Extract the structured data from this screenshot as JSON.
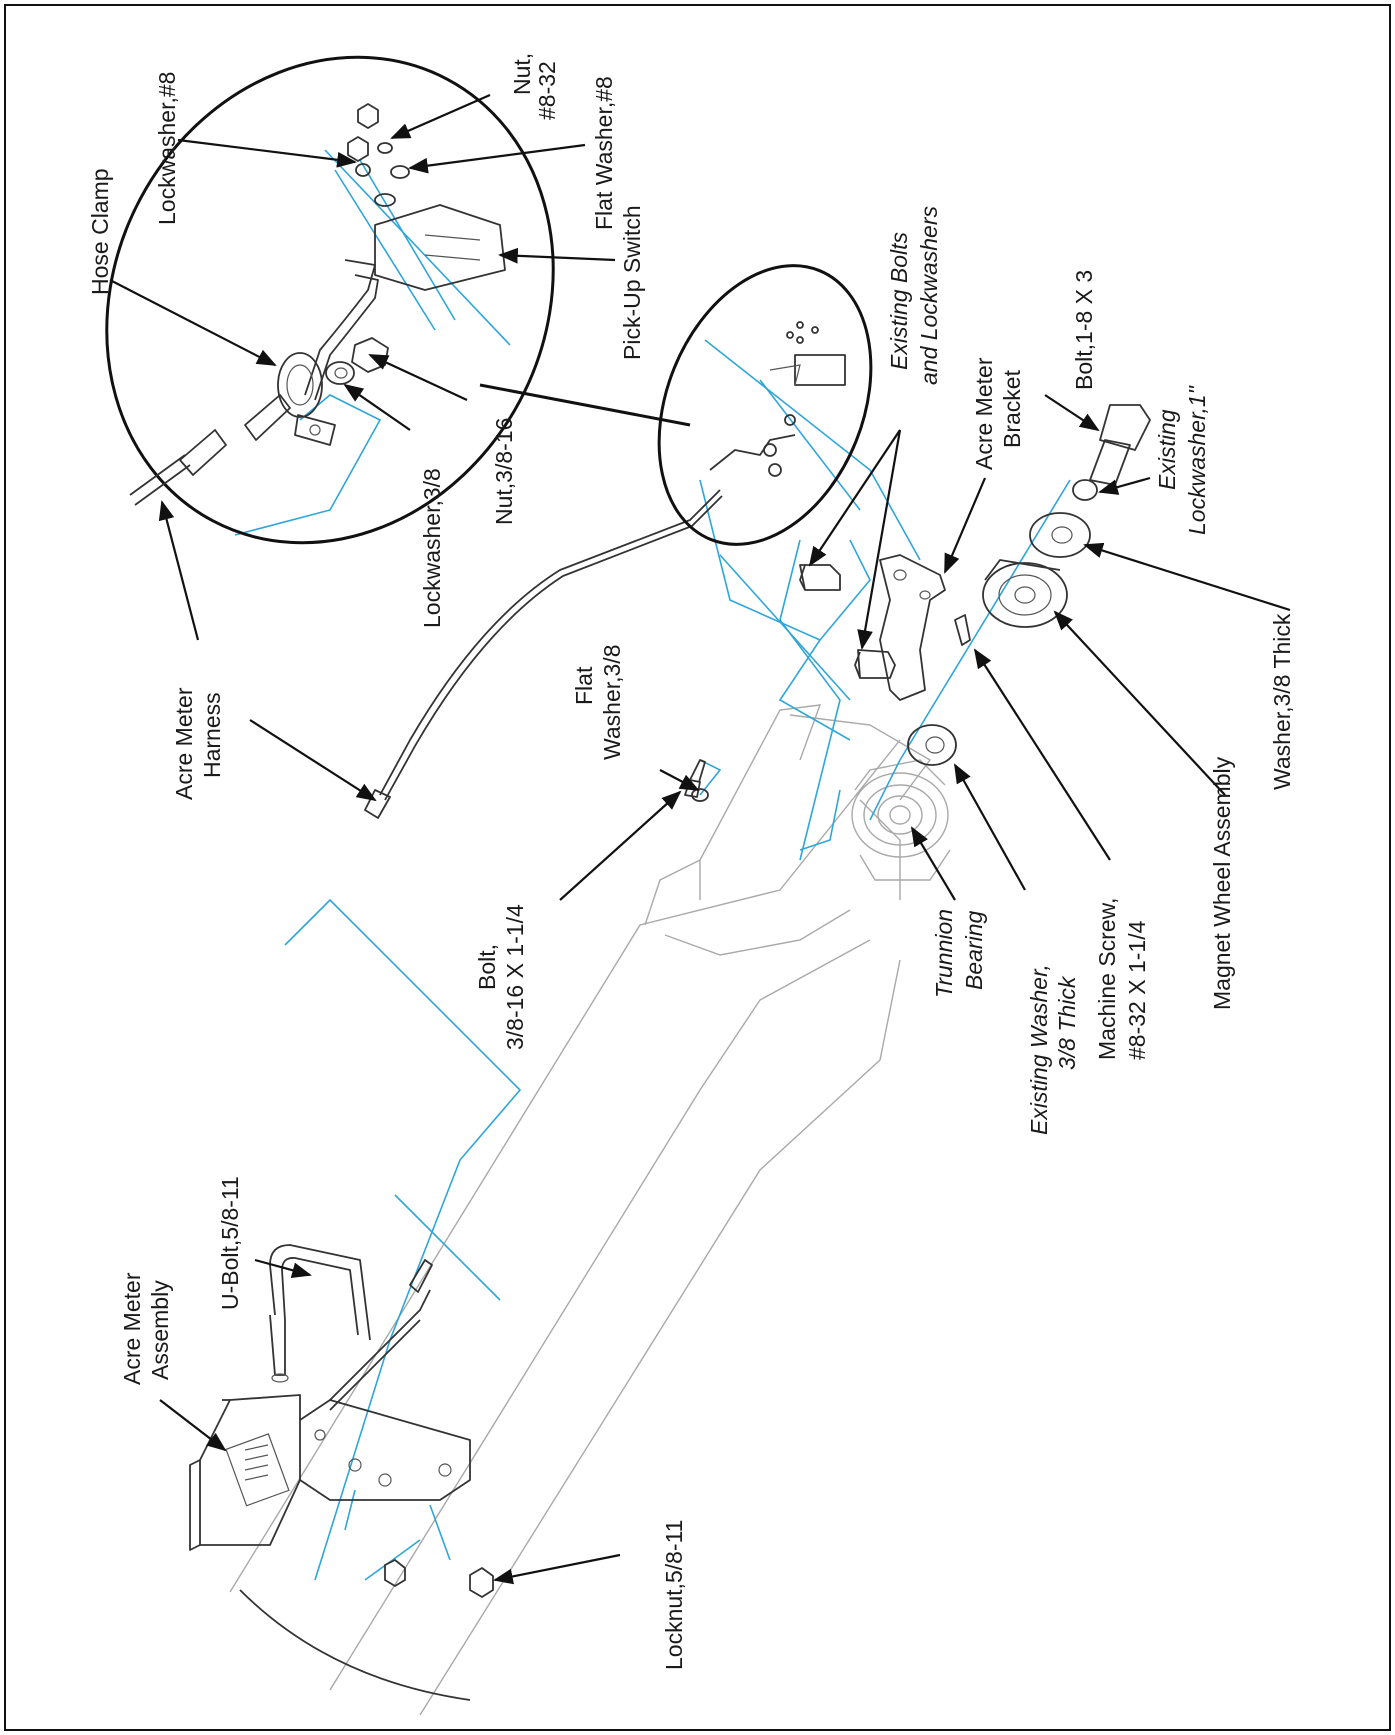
{
  "figure": {
    "colors": {
      "centerline": "#2fa6d8",
      "line": "#333333",
      "ghost": "#a9a9a9",
      "text": "#1a1a1a"
    },
    "labels": {
      "hose_clamp": "Hose Clamp",
      "lockwasher_8": "Lockwasher,#8",
      "nut_8_32_a": "Nut,",
      "nut_8_32_b": "#8-32",
      "flat_washer_8": "Flat Washer,#8",
      "pickup_switch": "Pick-Up Switch",
      "nut_3_8_16": "Nut,3/8-16",
      "lockwasher_3_8": "Lockwasher,3/8",
      "acre_meter_harness_a": "Acre Meter",
      "acre_meter_harness_b": "Harness",
      "existing_bolts_a": "Existing Bolts",
      "existing_bolts_b": "and Lockwashers",
      "acre_meter_bracket_a": "Acre Meter",
      "acre_meter_bracket_b": "Bracket",
      "bolt_1_8_x_3": "Bolt,1-8 X 3",
      "existing_lockwasher_a": "Existing",
      "existing_lockwasher_b": "Lockwasher,1\"",
      "flat_washer_3_8_a": "Flat",
      "flat_washer_3_8_b": "Washer,3/8",
      "washer_3_8_thick": "Washer,3/8 Thick",
      "magnet_wheel_assembly": "Magnet Wheel Assembly",
      "machine_screw_a": "Machine Screw,",
      "machine_screw_b": "#8-32 X 1-1/4",
      "existing_washer_a": "Existing Washer,",
      "existing_washer_b": "3/8 Thick",
      "trunnion_bearing_a": "Trunnion",
      "trunnion_bearing_b": "Bearing",
      "bolt_3_8_a": "Bolt,",
      "bolt_3_8_b": "3/8-16 X 1-1/4",
      "ubolt": "U-Bolt,5/8-11",
      "acre_meter_assembly_a": "Acre Meter",
      "acre_meter_assembly_b": "Assembly",
      "locknut": "Locknut,5/8-11"
    }
  }
}
